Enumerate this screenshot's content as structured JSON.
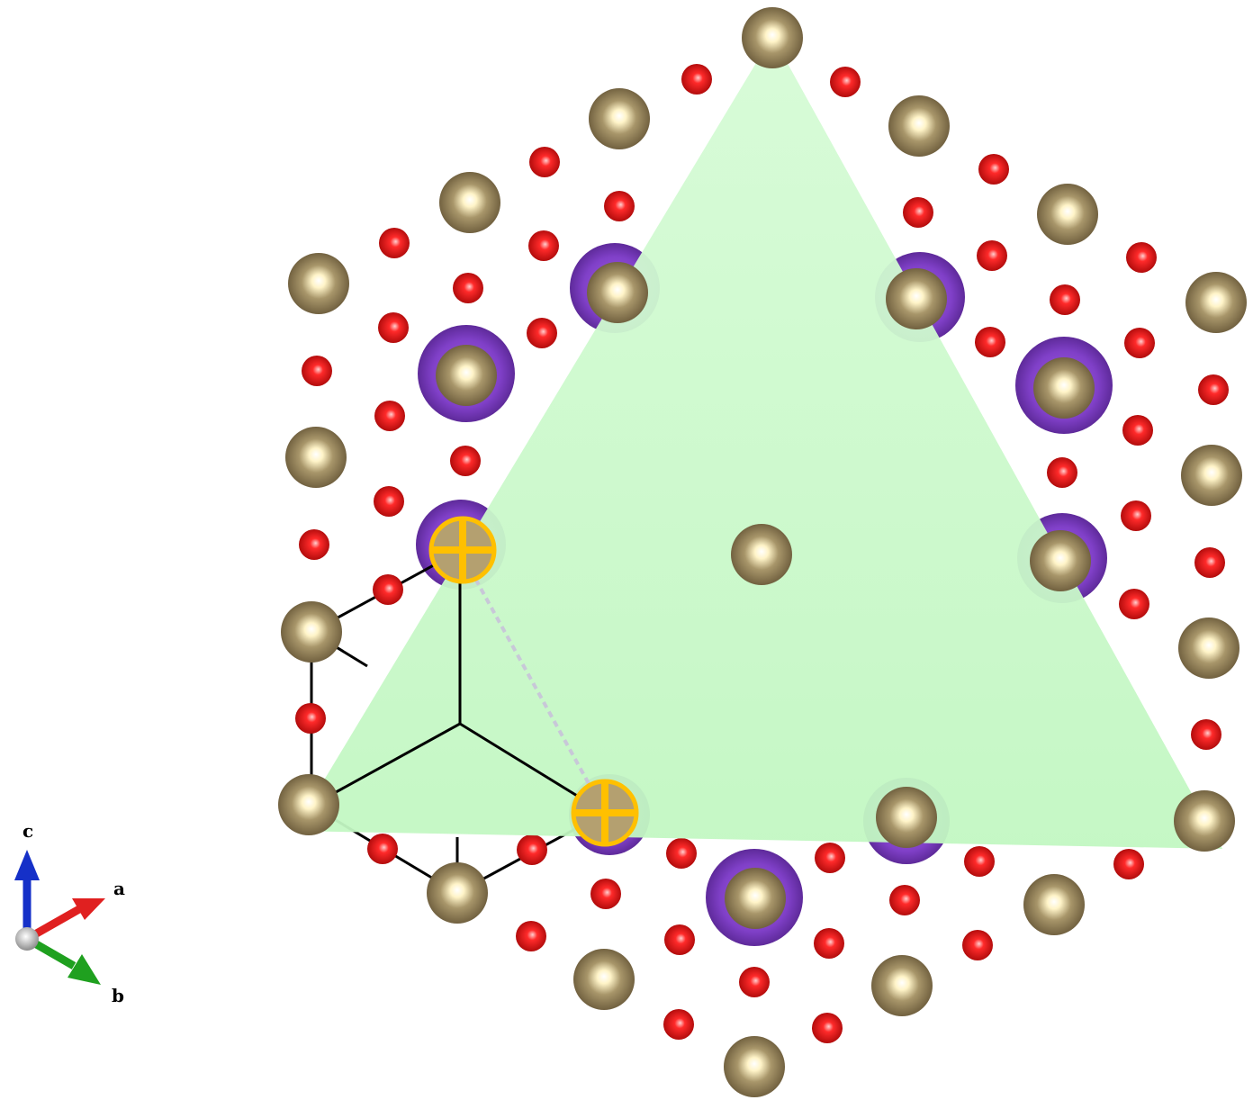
{
  "colors": {
    "background": "#ffffff",
    "metal_atom": "#8a7a52",
    "metal_atom_highlight": "#fffbe0",
    "oxygen_atom": "#d81414",
    "oxygen_atom_highlight": "#ffb0b0",
    "polyhedron_halo": "#7d3cc0",
    "lattice_plane": "#c6f9c6",
    "selection_marker": "#ffc000",
    "unit_cell_edge": "#000000",
    "axis_a": "#e02020",
    "axis_b": "#1fa01f",
    "axis_c": "#1530c8",
    "axis_origin": "#bcbcbc"
  },
  "axes": {
    "a_label": "a",
    "b_label": "b",
    "c_label": "c"
  }
}
